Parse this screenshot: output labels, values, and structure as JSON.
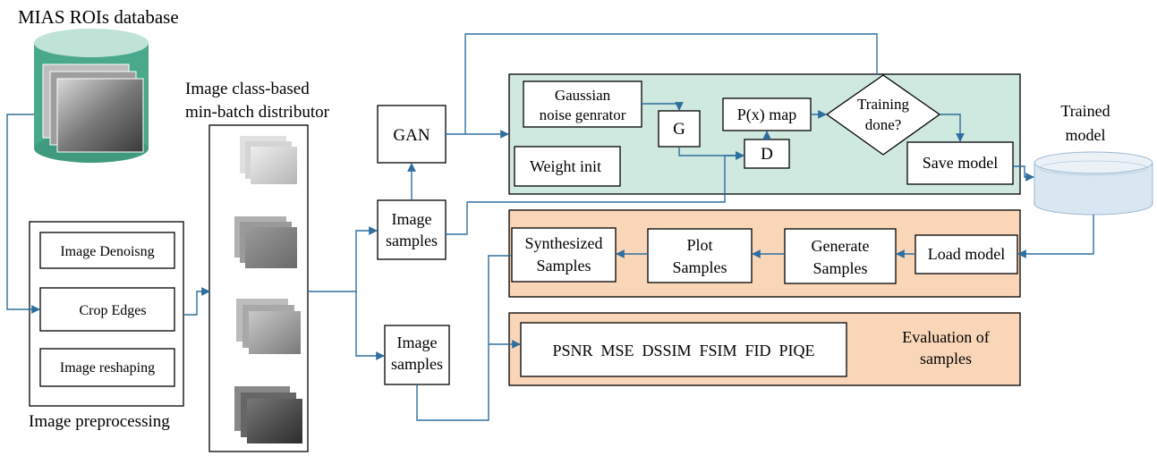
{
  "database": {
    "title": "MIAS ROIs database"
  },
  "preprocessing": {
    "title": "Image preprocessing",
    "steps": [
      "Image Denoisng",
      "Crop Edges",
      "Image reshaping"
    ]
  },
  "distributor": {
    "title_line1": "Image class-based",
    "title_line2": "min-batch distributor"
  },
  "gan": {
    "label": "GAN"
  },
  "image_samples_top": {
    "line1": "Image",
    "line2": "samples"
  },
  "image_samples_bottom": {
    "line1": "Image",
    "line2": "samples"
  },
  "training_panel": {
    "gaussian_line1": "Gaussian",
    "gaussian_line2": "noise genrator",
    "g": "G",
    "d": "D",
    "px_map": "P(x) map",
    "decision_line1": "Training",
    "decision_line2": "done?",
    "weight_init": "Weight init",
    "save_model": "Save model"
  },
  "trained_model": {
    "line1": "Trained",
    "line2": "model"
  },
  "generation_panel": {
    "load_model": "Load model",
    "generate_line1": "Generate",
    "generate_line2": "Samples",
    "plot_line1": "Plot",
    "plot_line2": "Samples",
    "synth_line1": "Synthesized",
    "synth_line2": "Samples"
  },
  "evaluation_panel": {
    "metrics": "PSNR  MSE  DSSIM  FSIM  FID  PIQE",
    "label_line1": "Evaluation of",
    "label_line2": "samples"
  },
  "colors": {
    "training_panel_fill": "#cfe8e0",
    "generation_panel_fill": "#f9d6b8",
    "evaluation_panel_fill": "#f9d6b8",
    "arrow": "#2e6e9e",
    "database_cylinder": "#4aa88c",
    "trained_model_cylinder": "#d9e7f2"
  }
}
